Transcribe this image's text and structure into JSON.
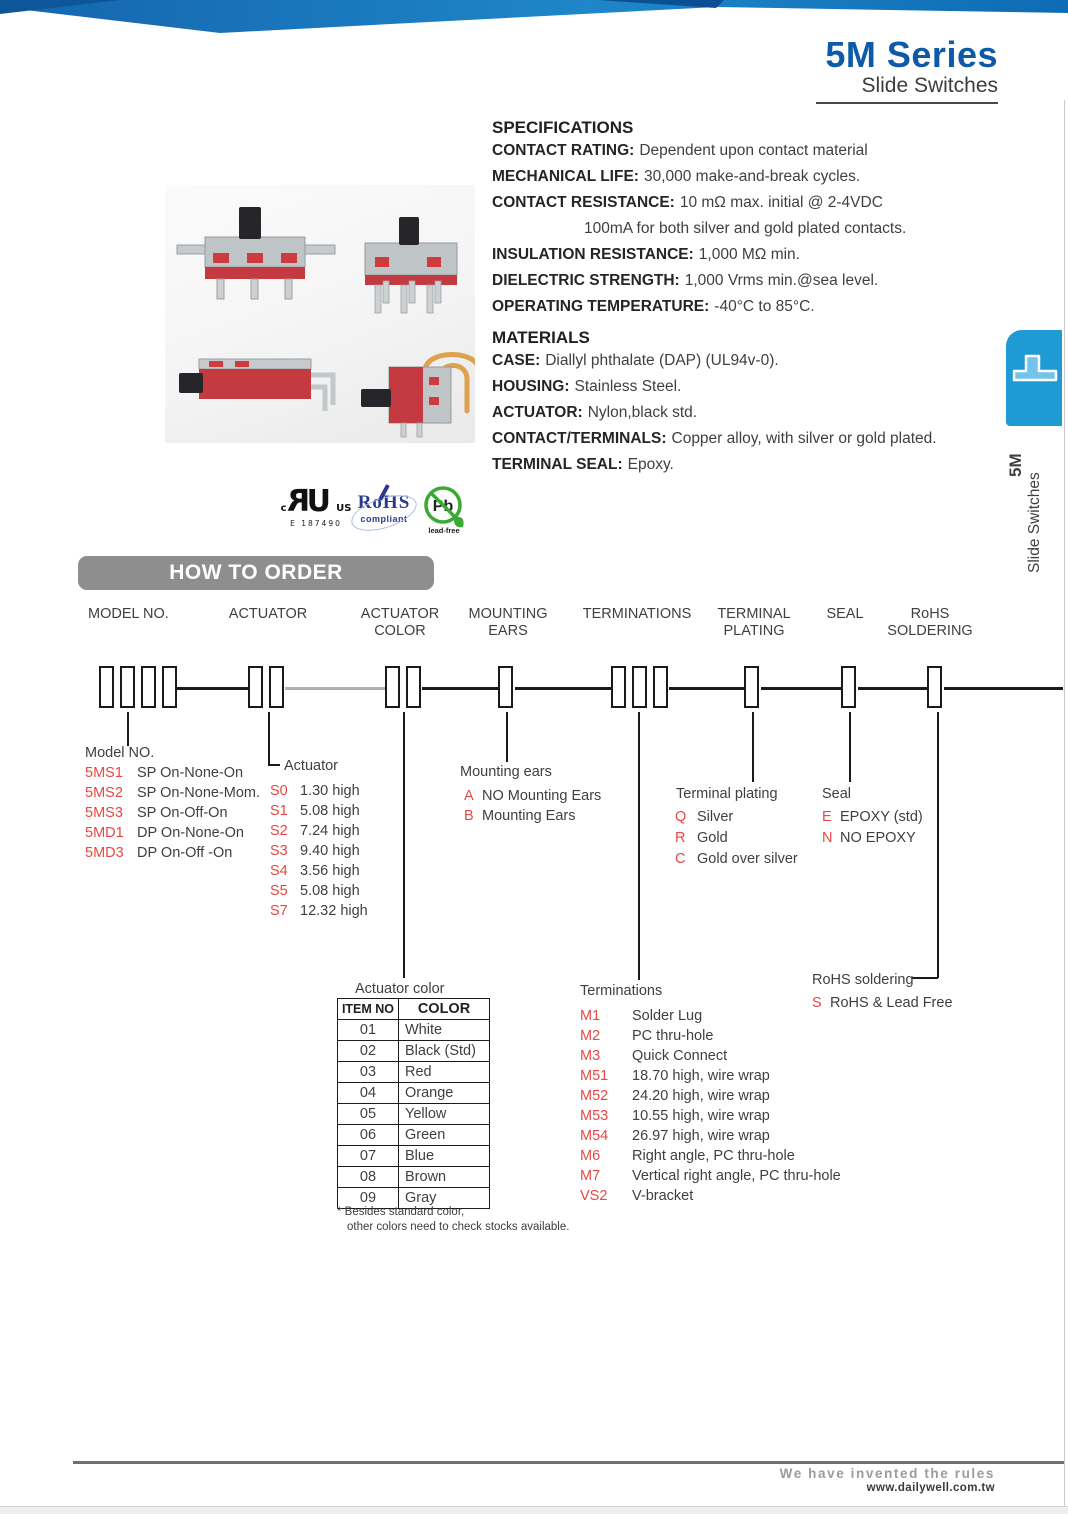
{
  "header": {
    "series": "5M Series",
    "product": "Slide Switches"
  },
  "side_tab": {
    "series": "5M",
    "product": "Slide Switches"
  },
  "specifications": {
    "heading": "SPECIFICATIONS",
    "items": [
      {
        "label": "CONTACT RATING:",
        "value": "Dependent upon contact material"
      },
      {
        "label": "MECHANICAL LIFE:",
        "value": "30,000 make-and-break cycles."
      },
      {
        "label": "CONTACT RESISTANCE:",
        "value": "10 mΩ max. initial @ 2-4VDC"
      },
      {
        "label": "",
        "value": "100mA for both silver and gold plated contacts."
      },
      {
        "label": "INSULATION RESISTANCE:",
        "value": "1,000 MΩ min."
      },
      {
        "label": "DIELECTRIC STRENGTH:",
        "value": "1,000 Vrms min.@sea level."
      },
      {
        "label": "OPERATING TEMPERATURE:",
        "value": "-40°C to 85°C."
      }
    ]
  },
  "materials": {
    "heading": "MATERIALS",
    "items": [
      {
        "label": "CASE:",
        "value": "Diallyl phthalate (DAP) (UL94v-0)."
      },
      {
        "label": "HOUSING:",
        "value": "Stainless Steel."
      },
      {
        "label": "ACTUATOR:",
        "value": "Nylon,black std."
      },
      {
        "label": "CONTACT/TERMINALS:",
        "value": "Copper alloy, with silver or gold plated."
      },
      {
        "label": "TERMINAL SEAL:",
        "value": "Epoxy."
      }
    ]
  },
  "certifications": {
    "ul": {
      "prefix": "c",
      "suffix": "US",
      "file": "E 187490"
    },
    "rohs": {
      "name": "RoHS",
      "sub": "compliant"
    },
    "pb": {
      "symbol": "Pb",
      "caption": "lead-free"
    }
  },
  "how_to_order": {
    "banner": "HOW TO ORDER",
    "columns": [
      "MODEL NO.",
      "ACTUATOR",
      "ACTUATOR COLOR",
      "MOUNTING EARS",
      "TERMINATIONS",
      "TERMINAL PLATING",
      "SEAL",
      "RoHS SOLDERING"
    ],
    "model_no": {
      "label": "Model NO.",
      "items": [
        {
          "code": "5MS1",
          "desc": "SP On-None-On"
        },
        {
          "code": "5MS2",
          "desc": "SP On-None-Mom."
        },
        {
          "code": "5MS3",
          "desc": "SP On-Off-On"
        },
        {
          "code": "5MD1",
          "desc": "DP On-None-On"
        },
        {
          "code": "5MD3",
          "desc": "DP On-Off -On"
        }
      ]
    },
    "actuator": {
      "label": "Actuator",
      "items": [
        {
          "code": "S0",
          "desc": "1.30 high"
        },
        {
          "code": "S1",
          "desc": "5.08 high"
        },
        {
          "code": "S2",
          "desc": "7.24 high"
        },
        {
          "code": "S3",
          "desc": "9.40 high"
        },
        {
          "code": "S4",
          "desc": "3.56 high"
        },
        {
          "code": "S5",
          "desc": "5.08 high"
        },
        {
          "code": "S7",
          "desc": "12.32 high"
        }
      ]
    },
    "actuator_color": {
      "label": "Actuator color",
      "headers": [
        "ITEM NO",
        "COLOR"
      ],
      "rows": [
        {
          "no": "01",
          "color": "White"
        },
        {
          "no": "02",
          "color": "Black (Std)"
        },
        {
          "no": "03",
          "color": "Red"
        },
        {
          "no": "04",
          "color": "Orange"
        },
        {
          "no": "05",
          "color": "Yellow"
        },
        {
          "no": "06",
          "color": "Green"
        },
        {
          "no": "07",
          "color": "Blue"
        },
        {
          "no": "08",
          "color": "Brown"
        },
        {
          "no": "09",
          "color": "Gray"
        }
      ],
      "footnote_1": "* Besides standard color,",
      "footnote_2": "other colors need to check stocks available."
    },
    "mounting_ears": {
      "label": "Mounting ears",
      "items": [
        {
          "code": "A",
          "desc": "NO Mounting Ears"
        },
        {
          "code": "B",
          "desc": "Mounting Ears"
        }
      ]
    },
    "terminations": {
      "label": "Terminations",
      "items": [
        {
          "code": "M1",
          "desc": "Solder Lug"
        },
        {
          "code": "M2",
          "desc": "PC thru-hole"
        },
        {
          "code": "M3",
          "desc": "Quick Connect"
        },
        {
          "code": "M51",
          "desc": "18.70 high, wire wrap"
        },
        {
          "code": "M52",
          "desc": "24.20 high, wire wrap"
        },
        {
          "code": "M53",
          "desc": "10.55 high, wire wrap"
        },
        {
          "code": "M54",
          "desc": "26.97 high, wire wrap"
        },
        {
          "code": "M6",
          "desc": "Right angle, PC thru-hole"
        },
        {
          "code": "M7",
          "desc": "Vertical right angle, PC thru-hole"
        },
        {
          "code": "VS2",
          "desc": "V-bracket"
        }
      ]
    },
    "terminal_plating": {
      "label": "Terminal plating",
      "items": [
        {
          "code": "Q",
          "desc": "Silver"
        },
        {
          "code": "R",
          "desc": "Gold"
        },
        {
          "code": "C",
          "desc": "Gold over silver"
        }
      ]
    },
    "seal": {
      "label": "Seal",
      "items": [
        {
          "code": "E",
          "desc": "EPOXY (std)"
        },
        {
          "code": "N",
          "desc": "NO EPOXY"
        }
      ]
    },
    "rohs_soldering": {
      "label": "RoHS soldering",
      "items": [
        {
          "code": "S",
          "desc": "RoHS & Lead Free"
        }
      ]
    }
  },
  "footer": {
    "slogan": "We have invented the rules",
    "website": "www.dailywell.com.tw"
  },
  "colors": {
    "accent_blue": "#0c5aa8",
    "banner_blue": "#1279c0",
    "tab_blue": "#1f9ad4",
    "code_red": "#e84743",
    "text": "#3f3f3f",
    "rohs_navy": "#2b3a8f",
    "pb_green": "#3aaa35"
  }
}
